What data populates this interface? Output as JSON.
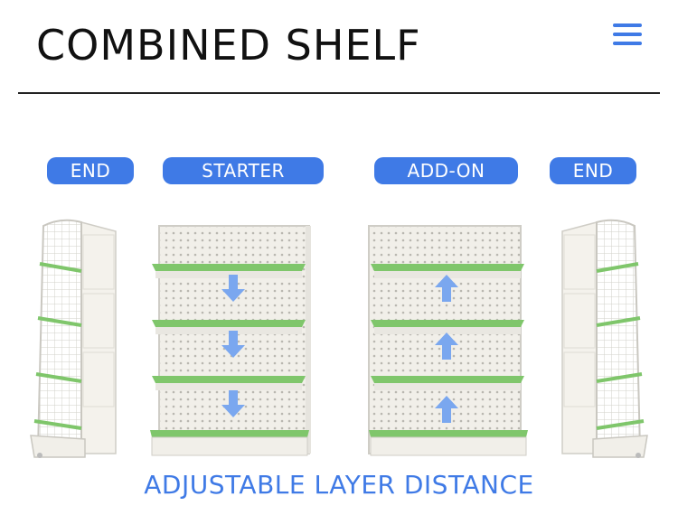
{
  "header": {
    "title": "COMBINED SHELF",
    "menu_icon": "hamburger-menu-icon"
  },
  "labels": {
    "end_left": "END",
    "starter": "STARTER",
    "add_on": "ADD-ON",
    "end_right": "END"
  },
  "caption": "ADJUSTABLE LAYER DISTANCE",
  "colors": {
    "accent": "#3f7ae6",
    "shelf_green": "#7fc66b",
    "frame": "#f1efe9",
    "arrow": "#7aa7ef"
  },
  "icons": {
    "starter_arrows": "arrow-down-icon",
    "addon_arrows": "arrow-up-icon"
  }
}
